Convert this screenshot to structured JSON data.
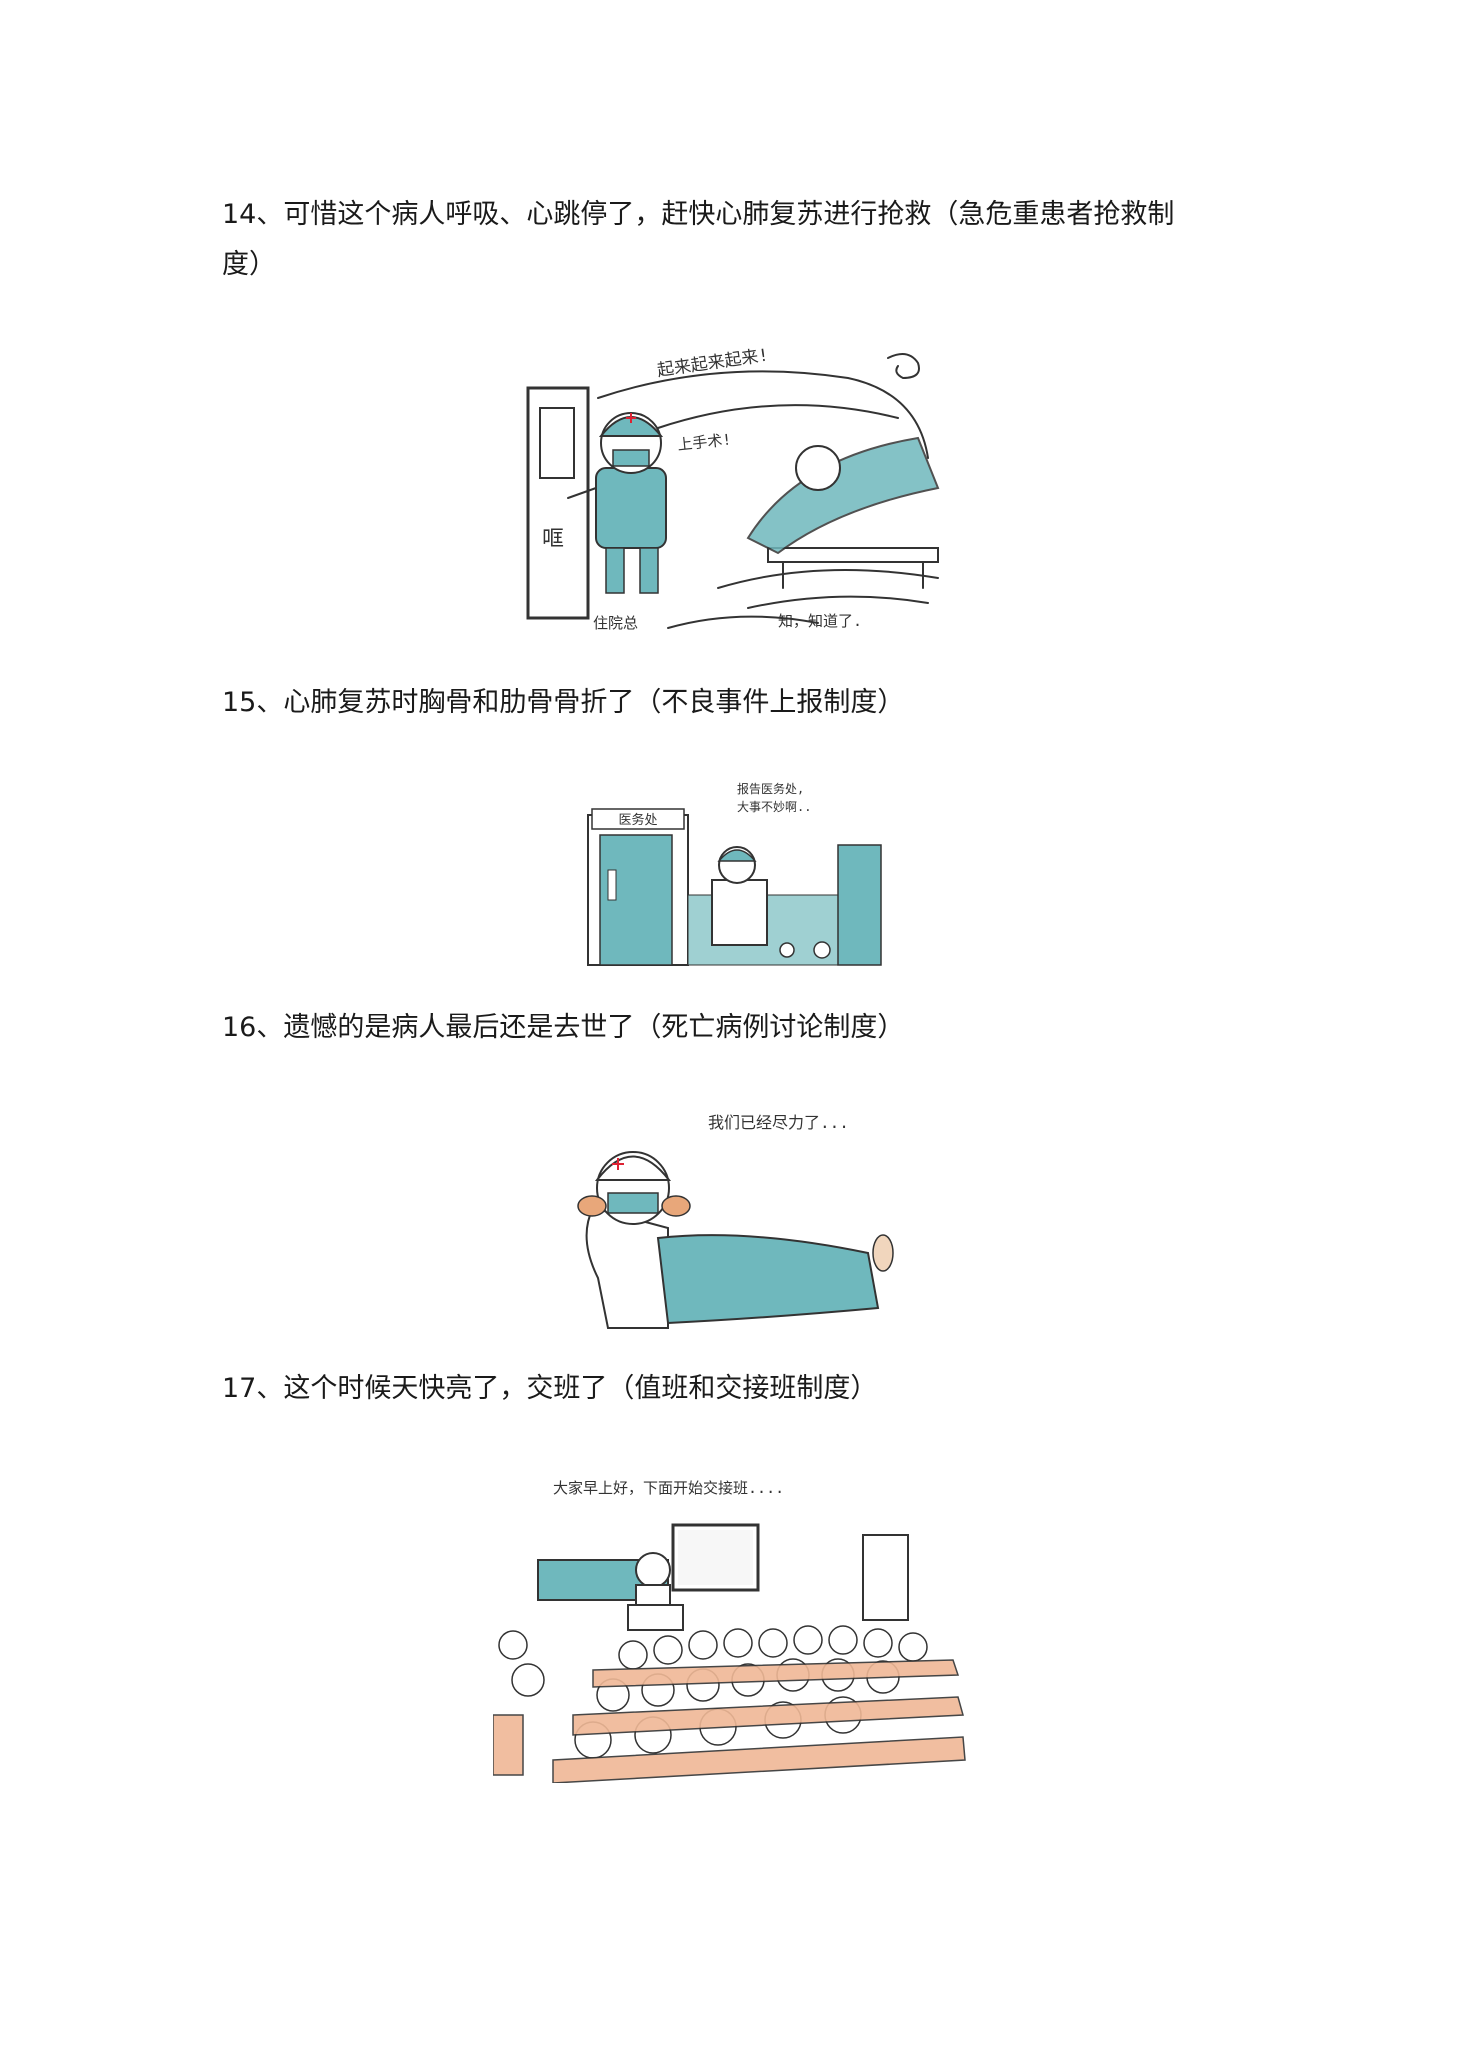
{
  "items": [
    {
      "caption": "14、可惜这个病人呼吸、心跳停了，赶快心肺复苏进行抢救（急危重患者抢救制度）",
      "illustration_text": {
        "shout": "起来起来起来!",
        "order": "上手术!",
        "bang": "哐",
        "label": "住院总",
        "reply": "知，知道了."
      }
    },
    {
      "caption": "15、心肺复苏时胸骨和肋骨骨折了（不良事件上报制度）",
      "illustration_text": {
        "sign": "医务处",
        "line1": "报告医务处,",
        "line2": "大事不妙啊.."
      }
    },
    {
      "caption": "16、遗憾的是病人最后还是去世了（死亡病例讨论制度）",
      "illustration_text": {
        "speech": "我们已经尽力了..."
      }
    },
    {
      "caption": "17、这个时候天快亮了，交班了（值班和交接班制度）",
      "illustration_text": {
        "speech": "大家早上好，下面开始交接班...."
      }
    }
  ]
}
